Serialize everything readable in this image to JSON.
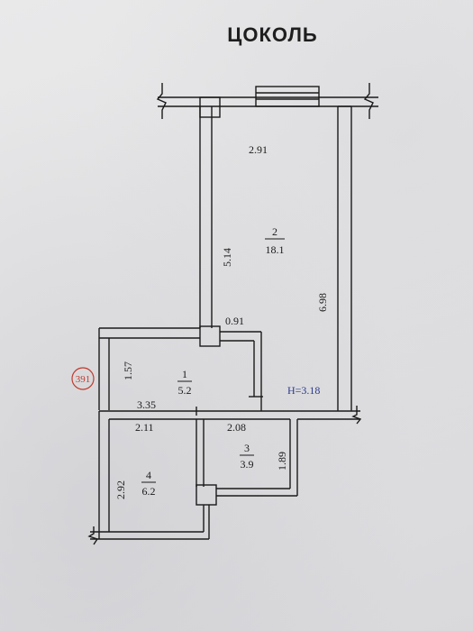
{
  "title": "ЦОКОЛЬ",
  "dimensions": {
    "d_2_91": "2.91",
    "d_5_14": "5.14",
    "d_6_98": "6.98",
    "d_0_91": "0.91",
    "d_1_57": "1.57",
    "d_3_35": "3.35",
    "d_2_11": "2.11",
    "d_2_08": "2.08",
    "d_1_89": "1.89",
    "d_2_92": "2.92"
  },
  "rooms": [
    {
      "number": "1",
      "area": "5.2"
    },
    {
      "number": "2",
      "area": "18.1"
    },
    {
      "number": "3",
      "area": "3.9"
    },
    {
      "number": "4",
      "area": "6.2"
    }
  ],
  "height_label": "H=3.18",
  "badge": "391",
  "colors": {
    "ink": "#1a1a1a",
    "height_ink": "#2b3a8a",
    "badge_ink": "#c0392b"
  }
}
